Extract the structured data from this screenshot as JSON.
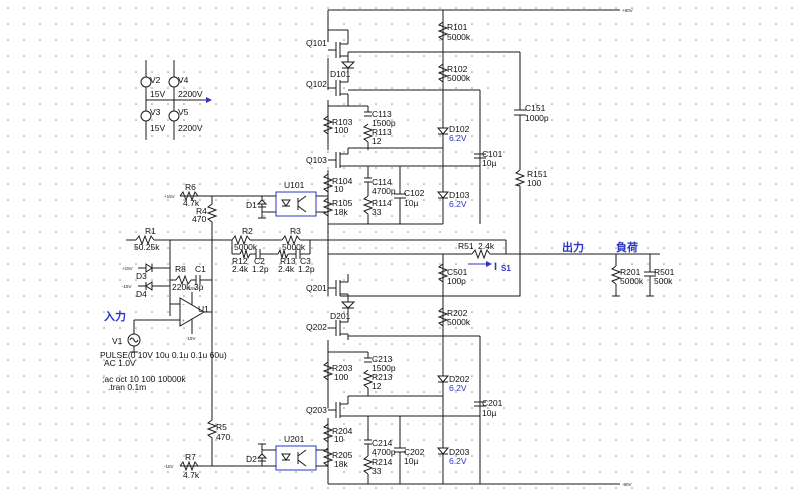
{
  "labels": {
    "rail_pos": "+80V",
    "rail_neg": "-80V",
    "input": "入力",
    "output": "出力",
    "load": "負荷",
    "current": "I",
    "current_sub": "S1",
    "p15": "+15V",
    "n15": "-15V"
  },
  "sources": {
    "V2": {
      "name": "V2",
      "value": "15V"
    },
    "V3": {
      "name": "V3",
      "value": "15V"
    },
    "V4": {
      "name": "V4",
      "value": "2200V"
    },
    "V5": {
      "name": "V5",
      "value": "2200V"
    },
    "V1": {
      "name": "V1",
      "line1": "PULSE(0 10V 10u 0.1u 0.1u 60u)",
      "line2": "AC 1.0V"
    }
  },
  "directives": {
    "ac": ";ac oct 10 100 10000k",
    "tran": ".tran 0.1m"
  },
  "components": [
    {
      "ref": "R101",
      "val": "5000k"
    },
    {
      "ref": "R102",
      "val": "5000k"
    },
    {
      "ref": "C151",
      "val": "1000p"
    },
    {
      "ref": "R151",
      "val": "100"
    },
    {
      "ref": "C113",
      "val": "1500p"
    },
    {
      "ref": "R113",
      "val": "12"
    },
    {
      "ref": "R103",
      "val": "100"
    },
    {
      "ref": "D102",
      "val": "6.2V"
    },
    {
      "ref": "C101",
      "val": "10µ"
    },
    {
      "ref": "R104",
      "val": "10"
    },
    {
      "ref": "C114",
      "val": "4700p"
    },
    {
      "ref": "C102",
      "val": "10µ"
    },
    {
      "ref": "D103",
      "val": "6.2V"
    },
    {
      "ref": "R105",
      "val": "18k"
    },
    {
      "ref": "R114",
      "val": "33"
    },
    {
      "ref": "R6",
      "val": "4.7k"
    },
    {
      "ref": "R4",
      "val": "470"
    },
    {
      "ref": "R1",
      "val": "50.25k"
    },
    {
      "ref": "R2",
      "val": "5000k"
    },
    {
      "ref": "R3",
      "val": "5000k"
    },
    {
      "ref": "R12",
      "val": "2.4k"
    },
    {
      "ref": "C2",
      "val": "1.2p"
    },
    {
      "ref": "R13",
      "val": "2.4k"
    },
    {
      "ref": "C3",
      "val": "1.2p"
    },
    {
      "ref": "R51",
      "val": "2.4k"
    },
    {
      "ref": "R8",
      "val": "220k"
    },
    {
      "ref": "C1",
      "val": "3p"
    },
    {
      "ref": "R201",
      "val": "5000k"
    },
    {
      "ref": "R501",
      "val": "500k"
    },
    {
      "ref": "C501",
      "val": "100p"
    },
    {
      "ref": "R202",
      "val": "5000k"
    },
    {
      "ref": "C213",
      "val": "1500p"
    },
    {
      "ref": "R203",
      "val": "100"
    },
    {
      "ref": "R213",
      "val": "12"
    },
    {
      "ref": "D202",
      "val": "6.2V"
    },
    {
      "ref": "C201",
      "val": "10µ"
    },
    {
      "ref": "R204",
      "val": "10"
    },
    {
      "ref": "C214",
      "val": "4700p"
    },
    {
      "ref": "C202",
      "val": "10µ"
    },
    {
      "ref": "D203",
      "val": "6.2V"
    },
    {
      "ref": "R205",
      "val": "18k"
    },
    {
      "ref": "R214",
      "val": "33"
    },
    {
      "ref": "R5",
      "val": "470"
    },
    {
      "ref": "R7",
      "val": "4.7k"
    }
  ],
  "parts": {
    "Q101": "Q101",
    "Q102": "Q102",
    "Q103": "Q103",
    "Q201": "Q201",
    "Q202": "Q202",
    "Q203": "Q203",
    "D101": "D101",
    "D201": "D201",
    "D1": "D1",
    "D2": "D2",
    "D3": "D3",
    "D4": "D4",
    "U1": "U1",
    "U101": "U101",
    "U201": "U201"
  }
}
